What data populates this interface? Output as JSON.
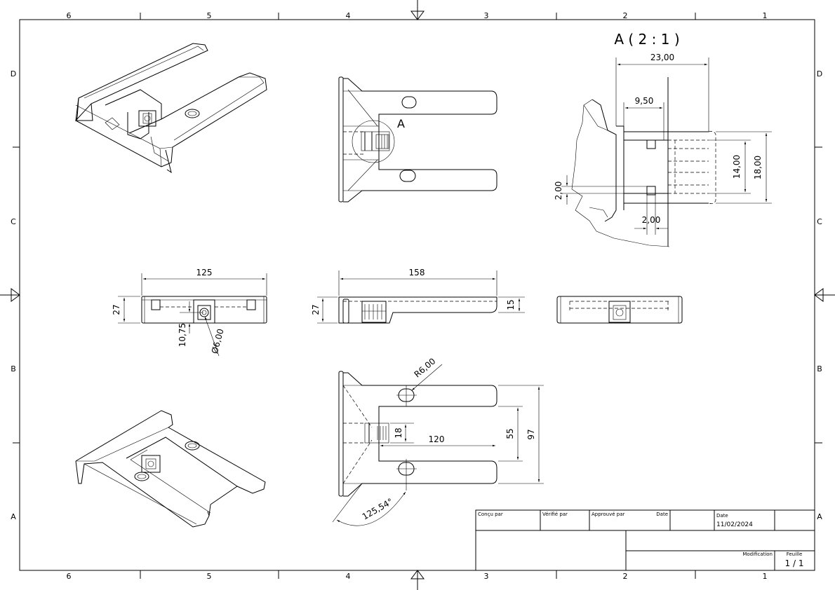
{
  "zones": {
    "columns": [
      "6",
      "5",
      "4",
      "3",
      "2",
      "1"
    ],
    "rows": [
      "D",
      "C",
      "B",
      "A"
    ]
  },
  "detail": {
    "marker": "A",
    "title": "A ( 2 : 1 )",
    "dims": {
      "width": "23,00",
      "offset": "9,50",
      "inner": "14,00",
      "outer": "18,00",
      "wall_v": "2,00",
      "wall_h": "2,00"
    }
  },
  "front_view": {
    "length": "125",
    "height": "27",
    "offset": "10,75",
    "hole": "Ø6,00"
  },
  "side_view": {
    "length": "158",
    "height": "27",
    "thickness": "15"
  },
  "top_view": {
    "radius": "R6,00",
    "slot_width": "18",
    "slot_length": "120",
    "inner_width": "55",
    "overall_width": "97",
    "angle": "125,54°"
  },
  "title_block": {
    "designed_by_label": "Conçu par",
    "checked_by_label": "Vérifié par",
    "approved_by_label": "Approuvé par",
    "date_label": "Date",
    "date_label_2": "Date",
    "date_value": "11/02/2024",
    "modification_label": "Modification",
    "sheet_label": "Feuille",
    "sheet_value": "1 / 1"
  }
}
